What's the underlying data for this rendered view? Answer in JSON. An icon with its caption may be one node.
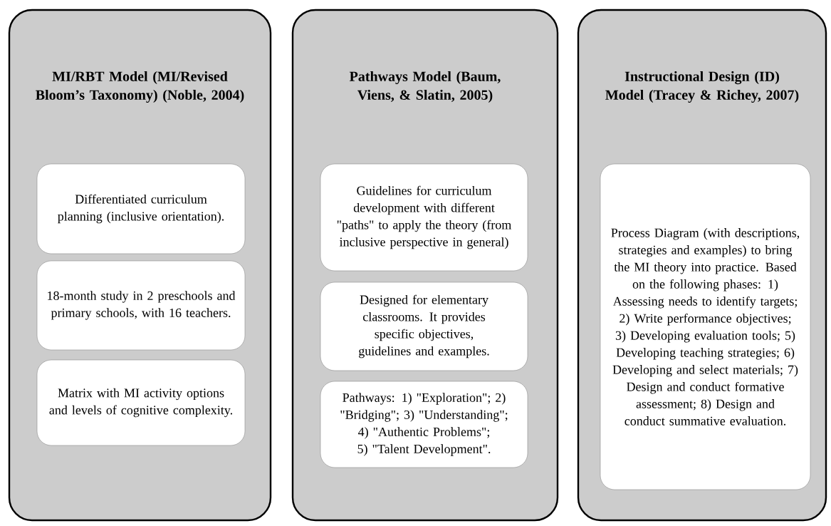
{
  "diagram": {
    "nodes": [
      {
        "text": [
          "MI/RBT Model (MI/Revised Bloom’s Taxonomy) (Noble, 2004)"
        ]
      },
      {
        "text": [
          "Differentiated curriculum planning (inclusive orientation)."
        ],
        "in": 0
      },
      {
        "text": [
          "18-month study in 2 preschools and primary schools, with 16 teachers."
        ],
        "in": 0
      },
      {
        "text": [
          "Matrix with MI activity options and levels of cognitive complexity."
        ],
        "in": 0
      },
      {
        "text": [
          "Pathways Model (Baum, Viens, & Slatin, 2005)"
        ]
      },
      {
        "text": [
          "Guidelines for curriculum development with different \"paths\" to apply the theory (from inclusive perspective in general)"
        ],
        "in": 4
      },
      {
        "text": [
          "Designed for elementary classrooms. It provides specific objectives, guidelines and examples."
        ],
        "in": 4
      },
      {
        "text": [
          "Pathways: 1) \"Exploration\"; 2) \"Bridging\"; 3) \"Understanding\"; 4) \"Authentic Problems\"; 5) \"Talent Development\"."
        ],
        "in": 4
      },
      {
        "text": [
          "Instructional Design (ID) Model (Tracey & Richey, 2007)"
        ]
      },
      {
        "text": [
          "Process Diagram (with descriptions, strategies and examples) to bring the MI theory into practice. Based on the following phases: 1) Assessing needs to identify targets; 2) Write performance objectives; 3) Developing evaluation tools; 5) Developing teaching strategies; 6) Developing and select materials; 7) Design and conduct formative assessment; 8) Design and conduct summative evaluation."
        ],
        "in": 8
      }
    ]
  }
}
